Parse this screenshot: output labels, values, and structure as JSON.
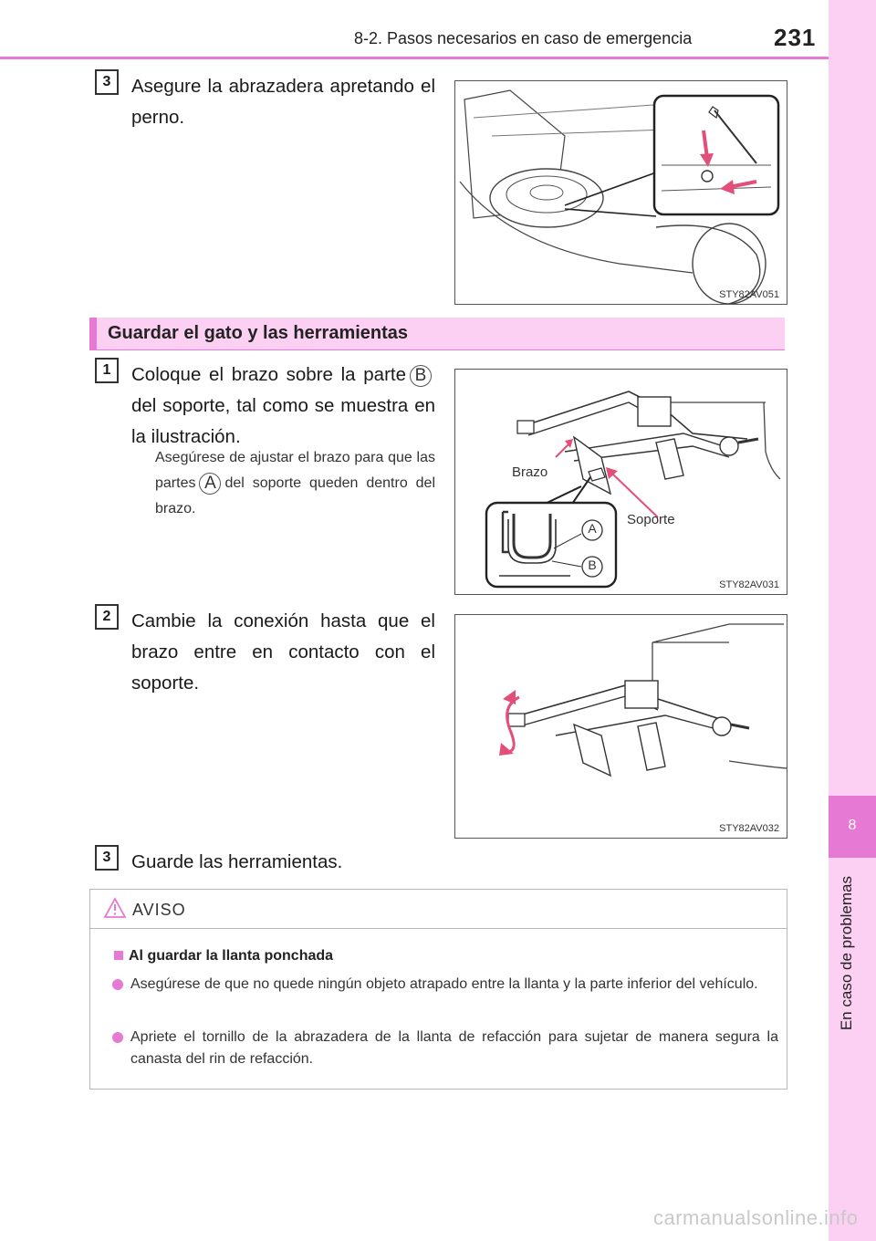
{
  "header": {
    "section_title": "8-2. Pasos necesarios en caso de emergencia",
    "page_number": "231"
  },
  "sidebar": {
    "chapter_number": "8",
    "chapter_label": "En caso de problemas"
  },
  "step_a3": {
    "number": "3",
    "text": "Asegure la abrazadera apretando el perno.",
    "figure_code": "STY82AV051"
  },
  "section": {
    "heading": "Guardar el gato y las herramientas"
  },
  "step_b1": {
    "number": "1",
    "text": "Coloque el brazo sobre la parte",
    "text_after": "del soporte, tal como se muestra en la ilustración.",
    "letter_b": "B",
    "note_before": "Asegúrese de ajustar el brazo para que las partes",
    "note_after": "del soporte queden dentro del brazo.",
    "letter_a": "A",
    "figure_code": "STY82AV031",
    "label_brazo": "Brazo",
    "label_soporte": "Soporte",
    "inset_a": "A",
    "inset_b": "B"
  },
  "step_b2": {
    "number": "2",
    "text": "Cambie la conexión hasta que el brazo entre en contacto con el soporte.",
    "figure_code": "STY82AV032"
  },
  "step_b3": {
    "number": "3",
    "text": "Guarde las herramientas."
  },
  "aviso": {
    "title": "AVISO",
    "subheading": "Al guardar la llanta ponchada",
    "items": [
      "Asegúrese de que no quede ningún objeto atrapado entre la llanta y la parte inferior del vehículo.",
      "Apriete el tornillo de la abrazadera de la llanta de refacción para sujetar de manera segura la canasta del rin de refacción."
    ]
  },
  "watermark": "carmanualsonline.info",
  "colors": {
    "accent": "#e679d3",
    "accent_light": "#fbd0f3",
    "header_line": "#e87ad6"
  }
}
